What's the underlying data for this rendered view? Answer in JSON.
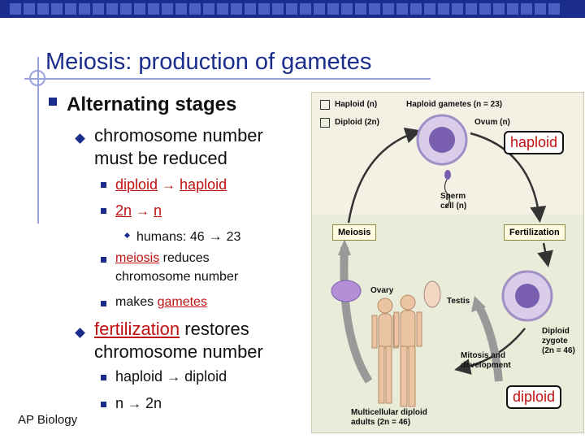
{
  "slide": {
    "title": "Meiosis: production of gametes",
    "footer": "AP Biology"
  },
  "bullets": {
    "alternating": "Alternating stages",
    "reduce_line1": "chromosome number",
    "reduce_line2": "must be reduced",
    "diploid": "diploid",
    "haploid": "haploid",
    "two_n": "2n",
    "n": "n",
    "humans_prefix": "humans: 46",
    "humans_suffix": "23",
    "meiosis_word": "meiosis",
    "meiosis_rest": " reduces",
    "meiosis_line2": "chromosome number",
    "makes": "makes ",
    "gametes": "gametes",
    "fertilization_word": "fertilization",
    "fertilization_rest": " restores",
    "fertilization_line2": "chromosome number",
    "haploid2": "haploid",
    "diploid2": "diploid",
    "n2": "n",
    "two_n2": "2n"
  },
  "diagram": {
    "legend_haploid": "Haploid (n)",
    "legend_diploid": "Diploid (2n)",
    "haploid_gametes": "Haploid gametes (n = 23)",
    "ovum": "Ovum (n)",
    "sperm_line1": "Sperm",
    "sperm_line2": "cell (n)",
    "meiosis": "Meiosis",
    "fertilization": "Fertilization",
    "ovary": "Ovary",
    "testis": "Testis",
    "zygote_line1": "Diploid",
    "zygote_line2": "zygote",
    "zygote_line3": "(2n = 46)",
    "mitosis_line1": "Mitosis and",
    "mitosis_line2": "development",
    "adults_line1": "Multicellular diploid",
    "adults_line2": "adults (2n = 46)",
    "callout_haploid": "haploid",
    "callout_diploid": "diploid"
  },
  "colors": {
    "title_blue": "#1b2d8c",
    "accent_red": "#c01010",
    "cell_purple": "#7a5fb0"
  }
}
